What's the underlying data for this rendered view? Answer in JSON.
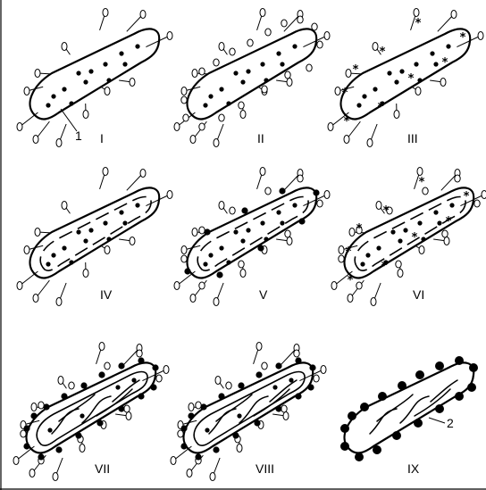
{
  "panels": [
    {
      "id": "I",
      "label": "I",
      "callout": "1"
    },
    {
      "id": "II",
      "label": "II"
    },
    {
      "id": "III",
      "label": "III"
    },
    {
      "id": "IV",
      "label": "IV"
    },
    {
      "id": "V",
      "label": "V"
    },
    {
      "id": "VI",
      "label": "VI"
    },
    {
      "id": "VII",
      "label": "VII"
    },
    {
      "id": "VIII",
      "label": "VIII"
    },
    {
      "id": "IX",
      "label": "IX",
      "callout": "2"
    }
  ]
}
